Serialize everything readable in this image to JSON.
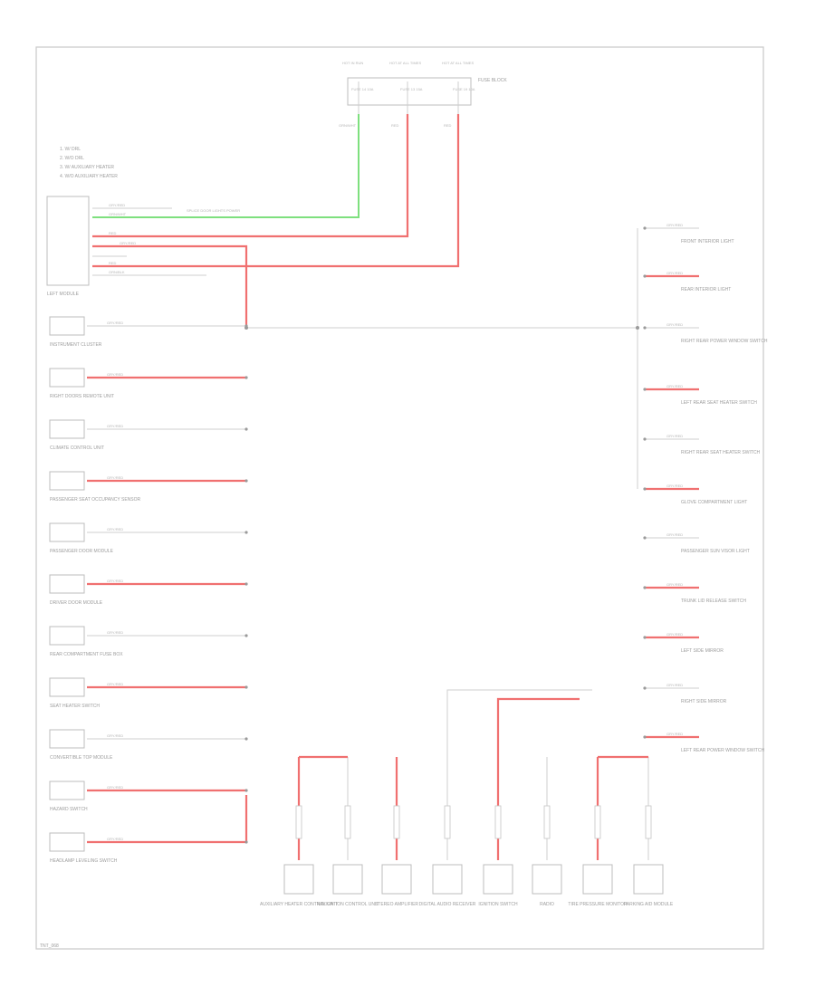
{
  "diagram": {
    "footer_code": "TNT_068",
    "central_module": {
      "label": "LEFT MODULE"
    },
    "fuses": [
      {
        "top": "HOT IN RUN",
        "mid": "FUSE 14 10A",
        "wire": "GRN/WHT"
      },
      {
        "top": "HOT AT ALL TIMES",
        "mid": "FUSE 13 15A",
        "wire": "RED"
      },
      {
        "top": "HOT AT ALL TIMES",
        "mid": "FUSE 19 10A",
        "wire": "RED"
      }
    ],
    "fuse_box_label": "FUSE BLOCK",
    "legend": [
      "1. W/ DRL",
      "2. W/O DRL",
      "3. W/ AUXILIARY HEATER",
      "4. W/O AUXILIARY HEATER"
    ],
    "splice_label": "SPLICE DOOR LIGHTS POWER",
    "header_wires": [
      {
        "wire": "GRY/RED"
      },
      {
        "wire": "GRN/WHT"
      },
      {
        "wire": "RED"
      },
      {
        "wire": "GRY/RED"
      },
      {
        "wire": "RED"
      },
      {
        "wire": "ORN/BLK"
      }
    ],
    "left_components": [
      {
        "label": "INSTRUMENT CLUSTER",
        "wire": "GRY/RED"
      },
      {
        "label": "RIGHT DOORS REMOTE UNIT",
        "wire": "GRY/RED"
      },
      {
        "label": "CLIMATE CONTROL UNIT",
        "wire": "GRY/RED"
      },
      {
        "label": "PASSENGER SEAT OCCUPANCY SENSOR",
        "wire": "GRY/RED"
      },
      {
        "label": "PASSENGER DOOR MODULE",
        "wire": "GRY/RED"
      },
      {
        "label": "DRIVER DOOR MODULE",
        "wire": "GRY/RED"
      },
      {
        "label": "REAR COMPARTMENT FUSE BOX",
        "wire": "GRY/RED"
      },
      {
        "label": "SEAT HEATER SWITCH",
        "wire": "GRY/RED"
      },
      {
        "label": "CONVERTIBLE TOP MODULE",
        "wire": "GRY/RED"
      },
      {
        "label": "HAZARD SWITCH",
        "wire": "GRY/RED"
      },
      {
        "label": "HEADLAMP LEVELING SWITCH",
        "wire": "GRY/RED"
      }
    ],
    "right_components": [
      {
        "label": "FRONT INTERIOR LIGHT",
        "wire": "GRY/RED"
      },
      {
        "label": "REAR INTERIOR LIGHT",
        "wire": "GRY/RED"
      },
      {
        "label": "RIGHT REAR POWER WINDOW SWITCH",
        "wire": "GRY/RED"
      },
      {
        "label": "LEFT REAR SEAT HEATER SWITCH",
        "wire": "GRY/RED"
      },
      {
        "label": "RIGHT REAR SEAT HEATER SWITCH",
        "wire": "GRY/RED"
      },
      {
        "label": "GLOVE COMPARTMENT LIGHT",
        "wire": "GRY/RED"
      },
      {
        "label": "PASSENGER SUN VISOR LIGHT",
        "wire": "GRY/RED"
      },
      {
        "label": "TRUNK LID RELEASE SWITCH",
        "wire": "GRY/RED"
      },
      {
        "label": "LEFT SIDE MIRROR",
        "wire": "GRY/RED"
      },
      {
        "label": "RIGHT SIDE MIRROR",
        "wire": "GRY/RED"
      },
      {
        "label": "LEFT REAR POWER WINDOW SWITCH",
        "wire": "GRY/RED"
      }
    ],
    "bottom_components": [
      {
        "label": "AUXILIARY HEATER CONTROL UNIT"
      },
      {
        "label": "NAVIGATION CONTROL UNIT"
      },
      {
        "label": "STEREO AMPLIFIER"
      },
      {
        "label": "DIGITAL AUDIO RECEIVER"
      },
      {
        "label": "IGNITION SWITCH"
      },
      {
        "label": "RADIO"
      },
      {
        "label": "TIRE PRESSURE MONITOR"
      },
      {
        "label": "PARKING AID MODULE"
      }
    ]
  }
}
